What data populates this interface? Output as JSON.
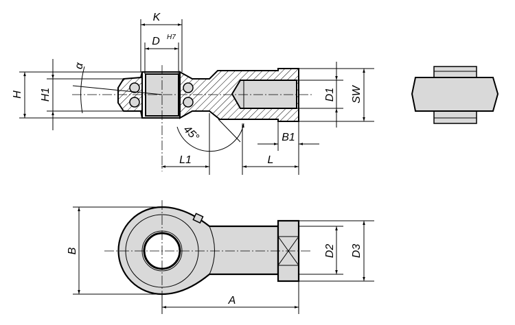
{
  "drawing": {
    "title": "Rod end with female thread – dimension drawing",
    "labels": {
      "K": "K",
      "D": "D",
      "D_tol": "H7",
      "H": "H",
      "H1": "H1",
      "alpha": "α",
      "angle": "45°",
      "L1": "L1",
      "L": "L",
      "B1": "B1",
      "D1": "D1",
      "SW": "SW",
      "B": "B",
      "A": "A",
      "D2": "D2",
      "D3": "D3"
    },
    "colors": {
      "fill": "#d9d9d9",
      "line": "#000000"
    }
  }
}
